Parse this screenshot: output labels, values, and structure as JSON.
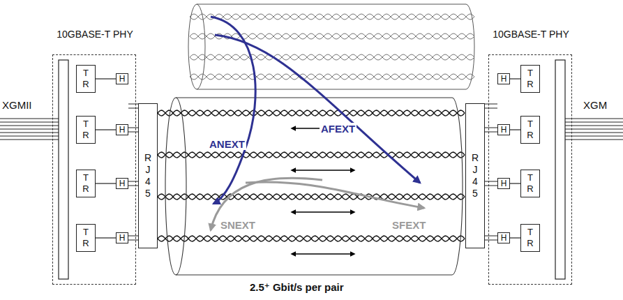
{
  "diagram": {
    "nodes": [
      {
        "text": [
          "10GBASE-T PHY"
        ]
      },
      {
        "text": [
          "T R"
        ],
        "in": 0
      },
      {
        "text": [
          "T R"
        ],
        "in": 0
      },
      {
        "text": [
          "T R"
        ],
        "in": 0
      },
      {
        "text": [
          "T R"
        ],
        "in": 0
      },
      {
        "text": [
          "H"
        ],
        "in": 0
      },
      {
        "text": [
          "H"
        ],
        "in": 0
      },
      {
        "text": [
          "H"
        ],
        "in": 0
      },
      {
        "text": [
          "H"
        ],
        "in": 0
      },
      {
        "text": [
          "R J 4 5"
        ]
      },
      {
        "text": [
          "R J 4 5"
        ]
      },
      {
        "text": [
          "10GBASE-T PHY"
        ]
      },
      {
        "text": [
          "H"
        ],
        "in": 11
      },
      {
        "text": [
          "H"
        ],
        "in": 11
      },
      {
        "text": [
          "H"
        ],
        "in": 11
      },
      {
        "text": [
          "H"
        ],
        "in": 11
      },
      {
        "text": [
          "T R"
        ],
        "in": 11
      },
      {
        "text": [
          "T R"
        ],
        "in": 11
      },
      {
        "text": [
          "T R"
        ],
        "in": 11
      },
      {
        "text": [
          "T R"
        ],
        "in": 11
      }
    ],
    "edges": [
      {
        "from": 1,
        "to": 5,
        "arrow": "none"
      },
      {
        "from": 2,
        "to": 6,
        "arrow": "none"
      },
      {
        "from": 3,
        "to": 7,
        "arrow": "none"
      },
      {
        "from": 4,
        "to": 8,
        "arrow": "none"
      },
      {
        "from": 5,
        "to": 9,
        "arrow": "none"
      },
      {
        "from": 6,
        "to": 9,
        "arrow": "none"
      },
      {
        "from": 7,
        "to": 9,
        "arrow": "none"
      },
      {
        "from": 8,
        "to": 9,
        "arrow": "none"
      },
      {
        "from": 12,
        "to": 10,
        "arrow": "none"
      },
      {
        "from": 13,
        "to": 10,
        "arrow": "none"
      },
      {
        "from": 14,
        "to": 10,
        "arrow": "none"
      },
      {
        "from": 15,
        "to": 10,
        "arrow": "none"
      },
      {
        "from": 16,
        "to": 12,
        "arrow": "none"
      },
      {
        "from": 17,
        "to": 13,
        "arrow": "none"
      },
      {
        "from": 18,
        "to": 14,
        "arrow": "none"
      },
      {
        "from": 19,
        "to": 15,
        "arrow": "none"
      }
    ],
    "labels": [
      "XGMII",
      "XGM",
      "ANEXT",
      "AFEXT",
      "SNEXT",
      "SFEXT",
      "2.5⁺ Gbit/s per pair"
    ]
  }
}
